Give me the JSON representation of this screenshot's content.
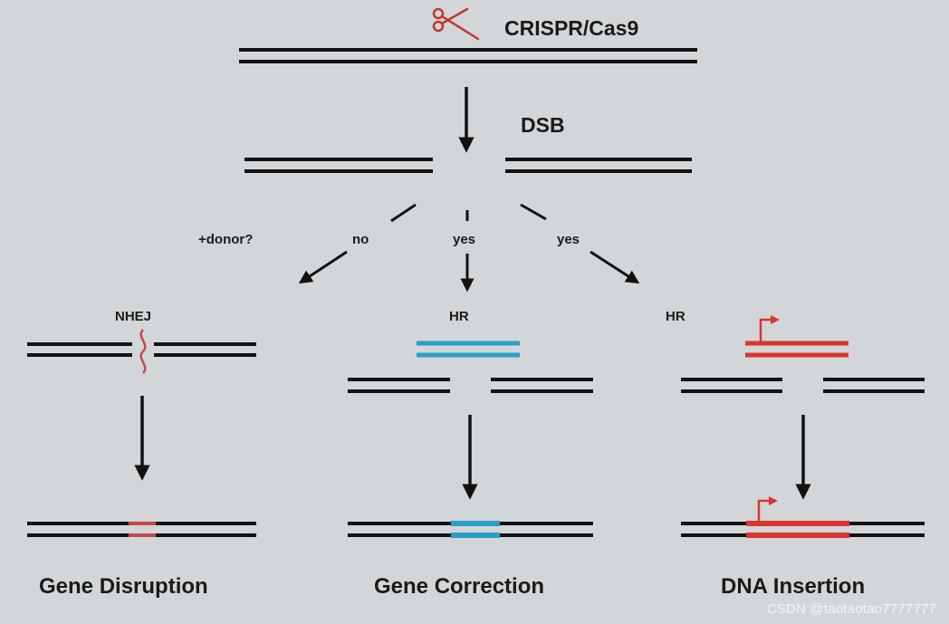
{
  "header": {
    "enzyme_label": "CRISPR/Cas9",
    "dsb_label": "DSB"
  },
  "decision": {
    "question": "+donor?",
    "no": "no",
    "yes_center": "yes",
    "yes_right": "yes"
  },
  "pathways": [
    {
      "mechanism": "NHEJ",
      "outcome": "Gene Disruption"
    },
    {
      "mechanism": "HR",
      "outcome": "Gene Correction"
    },
    {
      "mechanism": "HR",
      "outcome": "DNA Insertion"
    }
  ],
  "watermark": "CSDN @taotaotao7777777",
  "colors": {
    "background": "#d3d6d8",
    "dna": "#121212",
    "scissors": "#c0392b",
    "donor_correction": "#2a9fc7",
    "donor_insertion": "#d9352f",
    "indel": "#c44a4a"
  }
}
